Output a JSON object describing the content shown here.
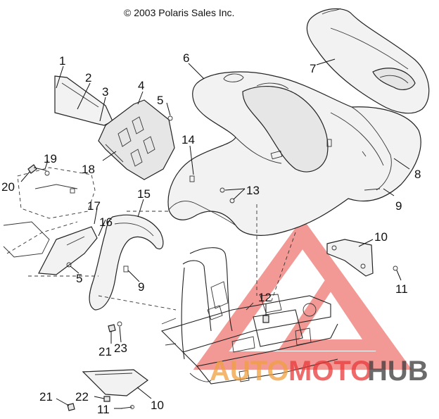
{
  "copyright": "© 2003 Polaris Sales Inc.",
  "callouts": [
    "1",
    "2",
    "3",
    "4",
    "5",
    "6",
    "7",
    "8",
    "9",
    "10",
    "11",
    "12",
    "13",
    "14",
    "15",
    "16",
    "17",
    "18",
    "19",
    "20",
    "21",
    "22",
    "23"
  ],
  "callouts_repeat": {
    "five_lower": "5",
    "nine_lower": "9",
    "ten_lower": "10",
    "eleven_lower": "11",
    "twentyone_lower": "21"
  },
  "watermark": {
    "part_a": "AUTO",
    "part_b": "MOTO",
    "part_c": "HUB",
    "color_a": "#f0a040",
    "color_b": "#e83a3a",
    "color_c": "#3a3a3a"
  }
}
